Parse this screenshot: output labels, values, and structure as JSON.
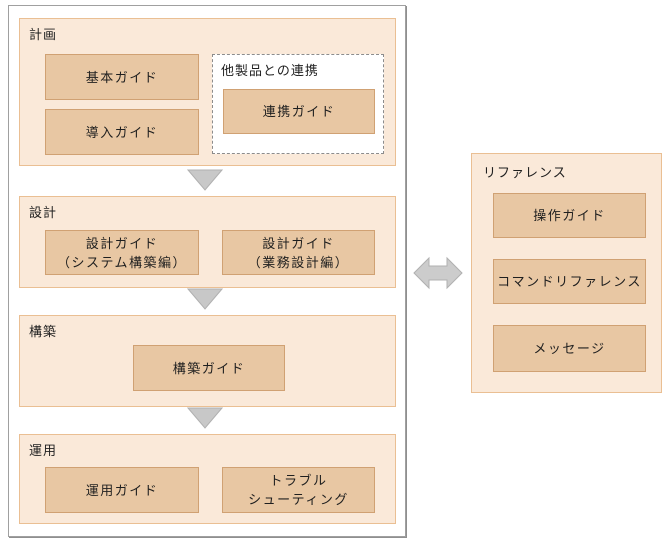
{
  "colors": {
    "section_fill": "#fae9d9",
    "section_border": "#eabf93",
    "button_fill": "#e8c7a3",
    "button_border": "#d0a173",
    "arrow_fill": "#c8c8c8",
    "arrow_border": "#b0b0b0",
    "outer_border": "#a0a0a0",
    "dashed_border": "#8c8c8c",
    "text_color": "#1f1f1f"
  },
  "icons": {
    "flow_arrow": "triangle-down",
    "sync_arrow": "double-headed-horizontal-arrow"
  },
  "lifecycle": {
    "sections": [
      {
        "label": "計画",
        "buttons": [
          {
            "label": "基本ガイド"
          },
          {
            "label": "導入ガイド"
          }
        ],
        "group": {
          "label": "他製品との連携",
          "buttons": [
            {
              "label": "連携ガイド"
            }
          ]
        }
      },
      {
        "label": "設計",
        "buttons": [
          {
            "label": "設計ガイド\n（システム構築編）"
          },
          {
            "label": "設計ガイド\n（業務設計編）"
          }
        ]
      },
      {
        "label": "構築",
        "buttons": [
          {
            "label": "構築ガイド"
          }
        ]
      },
      {
        "label": "運用",
        "buttons": [
          {
            "label": "運用ガイド"
          },
          {
            "label": "トラブル\nシューティング"
          }
        ]
      }
    ]
  },
  "reference": {
    "label": "リファレンス",
    "buttons": [
      {
        "label": "操作ガイド"
      },
      {
        "label": "コマンドリファレンス"
      },
      {
        "label": "メッセージ"
      }
    ]
  }
}
